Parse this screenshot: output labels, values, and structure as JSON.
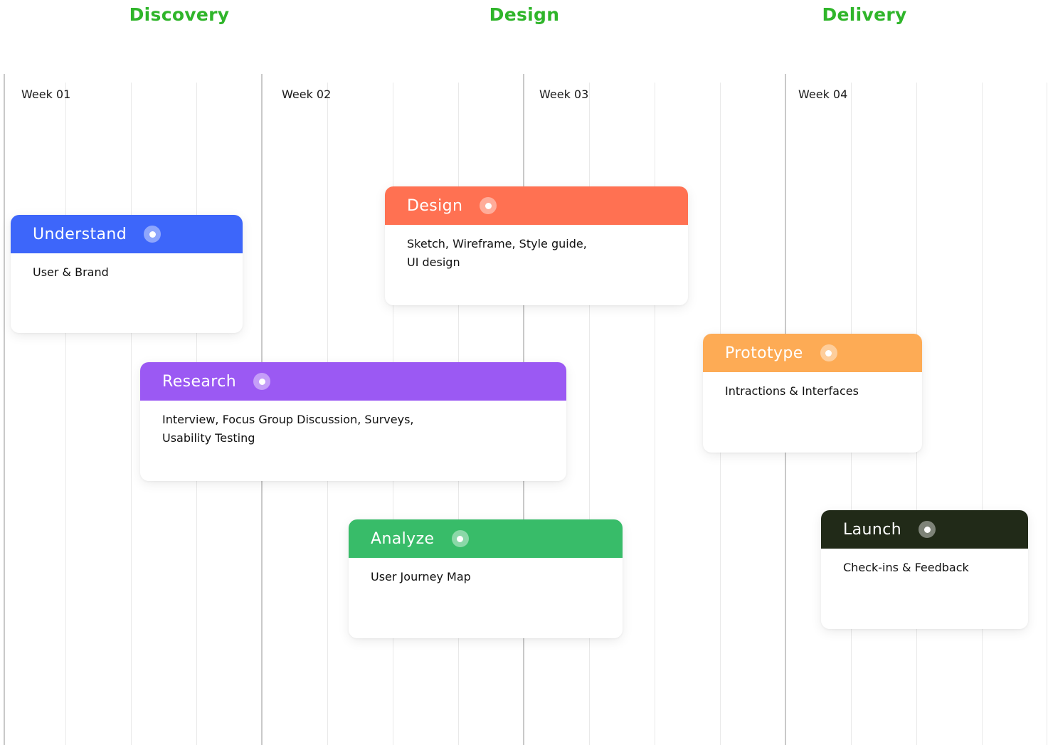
{
  "phases": [
    "Discovery",
    "Design",
    "Delivery"
  ],
  "weeks": [
    "Week 01",
    "Week 02",
    "Week 03",
    "Week 04"
  ],
  "colors": {
    "phase": "#2fb52a",
    "understand": "#3d66fa",
    "design": "#ff7152",
    "research": "#9b59f3",
    "prototype": "#fdab55",
    "analyze": "#38bc69",
    "launch": "#212a18"
  },
  "cards": {
    "understand": {
      "title": "Understand",
      "lines": [
        "User & Brand"
      ]
    },
    "design": {
      "title": "Design",
      "lines": [
        "Sketch, Wireframe, Style guide,",
        "UI design"
      ]
    },
    "research": {
      "title": "Research",
      "lines": [
        "Interview, Focus Group Discussion, Surveys,",
        "Usability Testing"
      ]
    },
    "prototype": {
      "title": "Prototype",
      "lines": [
        "Intractions & Interfaces"
      ]
    },
    "analyze": {
      "title": "Analyze",
      "lines": [
        "User Journey Map"
      ]
    },
    "launch": {
      "title": "Launch",
      "lines": [
        "Check-ins & Feedback"
      ]
    }
  },
  "icons": {
    "status": "status-dot-icon"
  }
}
